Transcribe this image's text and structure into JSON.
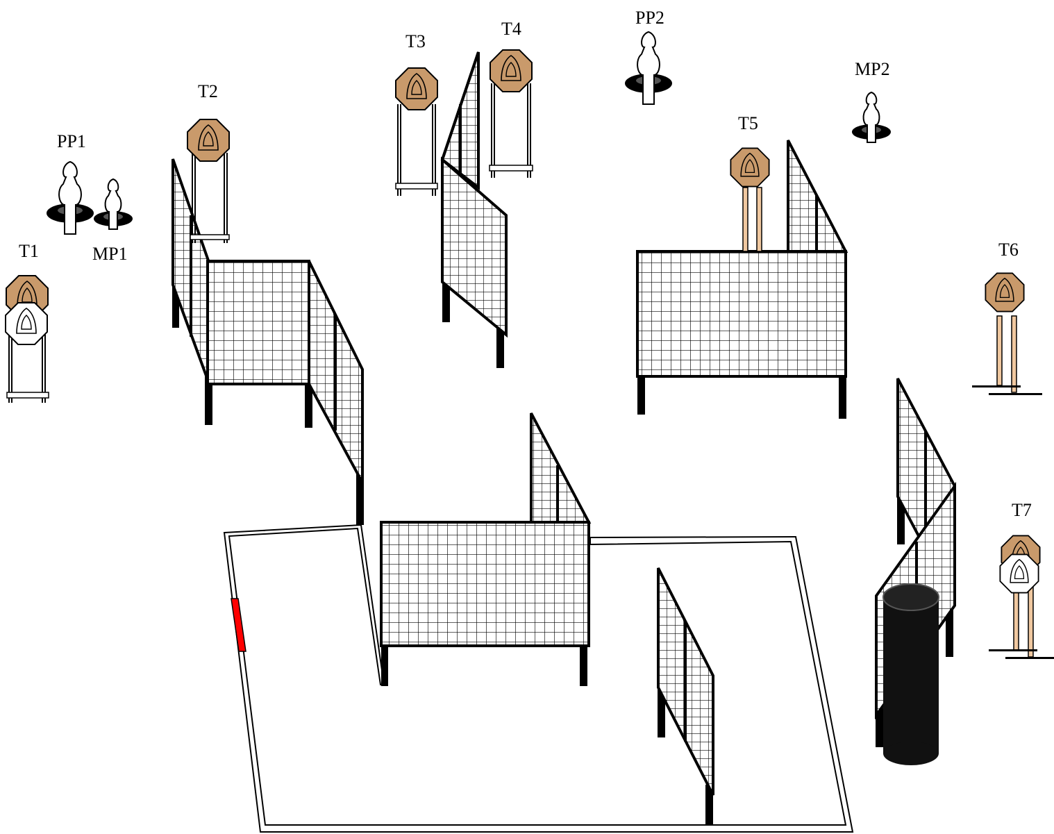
{
  "targets": {
    "t1": "T1",
    "t2": "T2",
    "t3": "T3",
    "t4": "T4",
    "t5": "T5",
    "t6": "T6",
    "t7": "T7"
  },
  "poppers": {
    "pp1": "PP1",
    "pp2": "PP2",
    "mp1": "MP1",
    "mp2": "MP2"
  },
  "colors": {
    "target_tan": "#c99a6b",
    "no_shoot_white": "#ffffff",
    "mesh_line": "#000000",
    "start_marker": "#ff0000",
    "barrel": "#111111"
  }
}
